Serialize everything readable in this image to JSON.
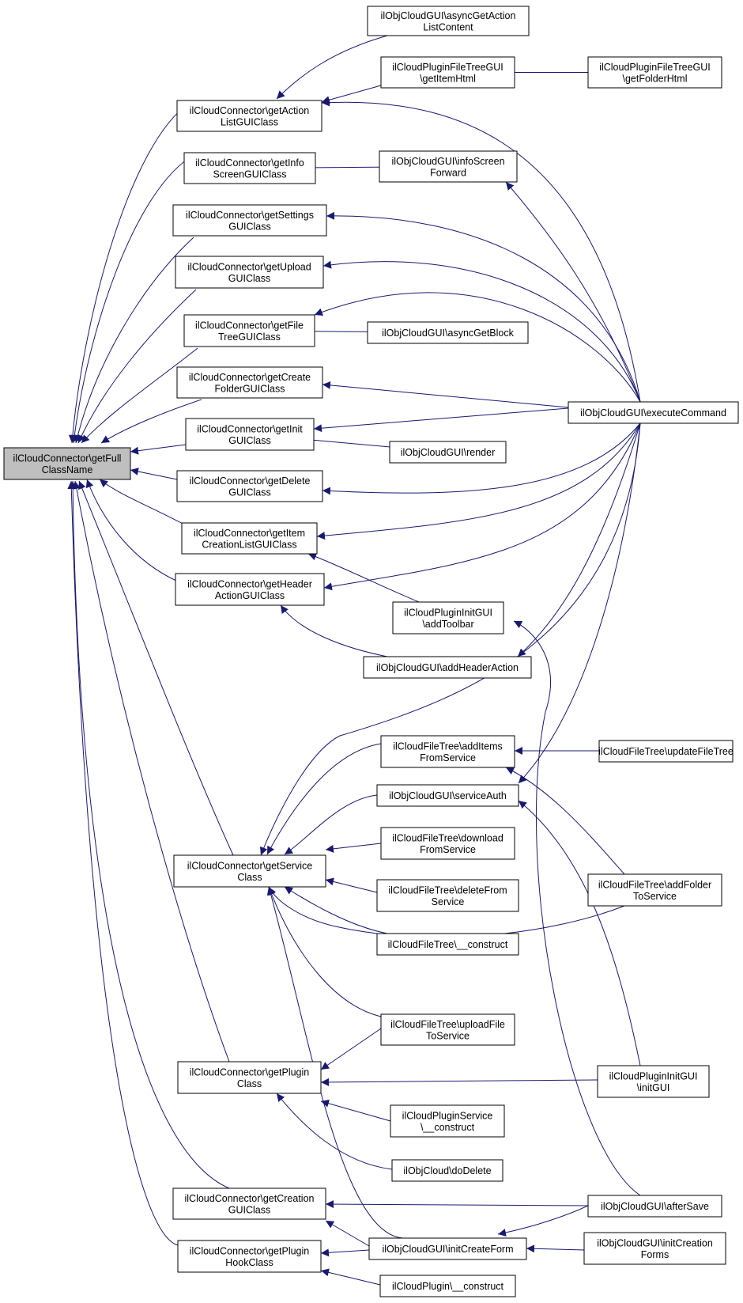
{
  "colors": {
    "edge": "#191970",
    "root_fill": "#bfbfbf",
    "node_fill": "#ffffff",
    "node_stroke": "#000000"
  },
  "nodes": {
    "root": [
      "ilCloudConnector\\getFull",
      "ClassName"
    ],
    "getActionListGUIClass": [
      "ilCloudConnector\\getAction",
      "ListGUIClass"
    ],
    "getInfoScreenGUIClass": [
      "ilCloudConnector\\getInfo",
      "ScreenGUIClass"
    ],
    "getSettingsGUIClass": [
      "ilCloudConnector\\getSettings",
      "GUIClass"
    ],
    "getUploadGUIClass": [
      "ilCloudConnector\\getUpload",
      "GUIClass"
    ],
    "getFileTreeGUIClass": [
      "ilCloudConnector\\getFile",
      "TreeGUIClass"
    ],
    "getCreateFolderGUIClass": [
      "ilCloudConnector\\getCreate",
      "FolderGUIClass"
    ],
    "getInitGUIClass": [
      "ilCloudConnector\\getInit",
      "GUIClass"
    ],
    "getDeleteGUIClass": [
      "ilCloudConnector\\getDelete",
      "GUIClass"
    ],
    "getItemCreationListGUIClass": [
      "ilCloudConnector\\getItem",
      "CreationListGUIClass"
    ],
    "getHeaderActionGUIClass": [
      "ilCloudConnector\\getHeader",
      "ActionGUIClass"
    ],
    "getServiceClass": [
      "ilCloudConnector\\getService",
      "Class"
    ],
    "getPluginClass": [
      "ilCloudConnector\\getPlugin",
      "Class"
    ],
    "getCreationGUIClass": [
      "ilCloudConnector\\getCreation",
      "GUIClass"
    ],
    "getPluginHookClass": [
      "ilCloudConnector\\getPlugin",
      "HookClass"
    ],
    "asyncGetActionListContent": [
      "ilObjCloudGUI\\asyncGetAction",
      "ListContent"
    ],
    "getItemHtml": [
      "ilCloudPluginFileTreeGUI",
      "\\getItemHtml"
    ],
    "getFolderHtml": [
      "ilCloudPluginFileTreeGUI",
      "\\getFolderHtml"
    ],
    "infoScreenForward": [
      "ilObjCloudGUI\\infoScreen",
      "Forward"
    ],
    "asyncGetBlock": [
      "ilObjCloudGUI\\asyncGetBlock"
    ],
    "executeCommand": [
      "ilObjCloudGUI\\executeCommand"
    ],
    "render": [
      "ilObjCloudGUI\\render"
    ],
    "addToolbar": [
      "ilCloudPluginInitGUI",
      "\\addToolbar"
    ],
    "addHeaderAction": [
      "ilObjCloudGUI\\addHeaderAction"
    ],
    "addItemsFromService": [
      "ilCloudFileTree\\addItems",
      "FromService"
    ],
    "updateFileTree": [
      "ilCloudFileTree\\updateFileTree"
    ],
    "serviceAuth": [
      "ilObjCloudGUI\\serviceAuth"
    ],
    "downloadFromService": [
      "ilCloudFileTree\\download",
      "FromService"
    ],
    "deleteFromService": [
      "ilCloudFileTree\\deleteFrom",
      "Service"
    ],
    "addFolderToService": [
      "ilCloudFileTree\\addFolder",
      "ToService"
    ],
    "fileTreeConstruct": [
      "ilCloudFileTree\\__construct"
    ],
    "uploadFileToService": [
      "ilCloudFileTree\\uploadFile",
      "ToService"
    ],
    "initGUI": [
      "ilCloudPluginInitGUI",
      "\\initGUI"
    ],
    "pluginServiceConstruct": [
      "ilCloudPluginService",
      "\\__construct"
    ],
    "doDelete": [
      "ilObjCloud\\doDelete"
    ],
    "afterSave": [
      "ilObjCloudGUI\\afterSave"
    ],
    "initCreateForm": [
      "ilObjCloudGUI\\initCreateForm"
    ],
    "initCreationForms": [
      "ilObjCloudGUI\\initCreation",
      "Forms"
    ],
    "pluginConstruct": [
      "ilCloudPlugin\\__construct"
    ]
  },
  "edges": [
    [
      "getActionListGUIClass",
      "root"
    ],
    [
      "getInfoScreenGUIClass",
      "root"
    ],
    [
      "getSettingsGUIClass",
      "root"
    ],
    [
      "getUploadGUIClass",
      "root"
    ],
    [
      "getFileTreeGUIClass",
      "root"
    ],
    [
      "getCreateFolderGUIClass",
      "root"
    ],
    [
      "getInitGUIClass",
      "root"
    ],
    [
      "getDeleteGUIClass",
      "root"
    ],
    [
      "getItemCreationListGUIClass",
      "root"
    ],
    [
      "getHeaderActionGUIClass",
      "root"
    ],
    [
      "getServiceClass",
      "root"
    ],
    [
      "getPluginClass",
      "root"
    ],
    [
      "getCreationGUIClass",
      "root"
    ],
    [
      "getPluginHookClass",
      "root"
    ],
    [
      "asyncGetActionListContent",
      "getActionListGUIClass"
    ],
    [
      "getItemHtml",
      "getActionListGUIClass"
    ],
    [
      "executeCommand",
      "getActionListGUIClass"
    ],
    [
      "getFolderHtml",
      "getItemHtml"
    ],
    [
      "infoScreenForward",
      "getInfoScreenGUIClass"
    ],
    [
      "executeCommand",
      "infoScreenForward"
    ],
    [
      "executeCommand",
      "getSettingsGUIClass"
    ],
    [
      "executeCommand",
      "getUploadGUIClass"
    ],
    [
      "executeCommand",
      "getFileTreeGUIClass"
    ],
    [
      "asyncGetBlock",
      "getFileTreeGUIClass"
    ],
    [
      "executeCommand",
      "getCreateFolderGUIClass"
    ],
    [
      "executeCommand",
      "getInitGUIClass"
    ],
    [
      "render",
      "getInitGUIClass"
    ],
    [
      "executeCommand",
      "getDeleteGUIClass"
    ],
    [
      "executeCommand",
      "getItemCreationListGUIClass"
    ],
    [
      "addToolbar",
      "getItemCreationListGUIClass"
    ],
    [
      "executeCommand",
      "getHeaderActionGUIClass"
    ],
    [
      "addHeaderAction",
      "getHeaderActionGUIClass"
    ],
    [
      "executeCommand",
      "addHeaderAction"
    ],
    [
      "executeCommand",
      "serviceAuth"
    ],
    [
      "addItemsFromService",
      "getServiceClass"
    ],
    [
      "serviceAuth",
      "getServiceClass"
    ],
    [
      "downloadFromService",
      "getServiceClass"
    ],
    [
      "deleteFromService",
      "getServiceClass"
    ],
    [
      "fileTreeConstruct",
      "getServiceClass"
    ],
    [
      "addFolderToService",
      "getServiceClass"
    ],
    [
      "uploadFileToService",
      "getServiceClass"
    ],
    [
      "initCreateForm",
      "getServiceClass"
    ],
    [
      "executeCommand",
      "getServiceClass"
    ],
    [
      "updateFileTree",
      "addItemsFromService"
    ],
    [
      "addFolderToService",
      "addItemsFromService"
    ],
    [
      "initGUI",
      "serviceAuth"
    ],
    [
      "afterSave",
      "addToolbar"
    ],
    [
      "uploadFileToService",
      "getPluginClass"
    ],
    [
      "initGUI",
      "getPluginClass"
    ],
    [
      "pluginServiceConstruct",
      "getPluginClass"
    ],
    [
      "doDelete",
      "getPluginClass"
    ],
    [
      "afterSave",
      "getCreationGUIClass"
    ],
    [
      "initCreateForm",
      "getCreationGUIClass"
    ],
    [
      "initCreateForm",
      "getPluginHookClass"
    ],
    [
      "pluginConstruct",
      "getPluginHookClass"
    ],
    [
      "afterSave",
      "initCreateForm"
    ],
    [
      "initCreationForms",
      "initCreateForm"
    ]
  ]
}
